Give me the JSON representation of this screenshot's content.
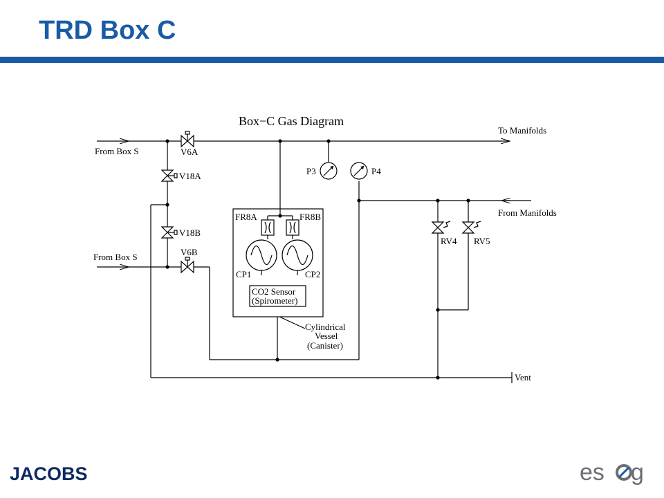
{
  "page": {
    "title": "TRD Box C"
  },
  "diagram": {
    "title": "Box−C   Gas Diagram",
    "labels": {
      "to_manifolds": "To Manifolds",
      "from_manifolds": "From Manifolds",
      "from_box_s_top": "From Box S",
      "from_box_s_bottom": "From Box S",
      "vent": "Vent",
      "v6a": "V6A",
      "v18a": "V18A",
      "v18b": "V18B",
      "v6b": "V6B",
      "p3": "P3",
      "p4": "P4",
      "fr8a": "FR8A",
      "fr8b": "FR8B",
      "cp1": "CP1",
      "cp2": "CP2",
      "co2_sensor": "CO2 Sensor",
      "spirometer": "(Spirometer)",
      "cylindrical": "Cylindrical",
      "vessel": "Vessel",
      "canister": "(Canister)",
      "rv4": "RV4",
      "rv5": "RV5"
    }
  },
  "footer": {
    "left_logo": "JACOBS",
    "right_logo": "esög"
  }
}
